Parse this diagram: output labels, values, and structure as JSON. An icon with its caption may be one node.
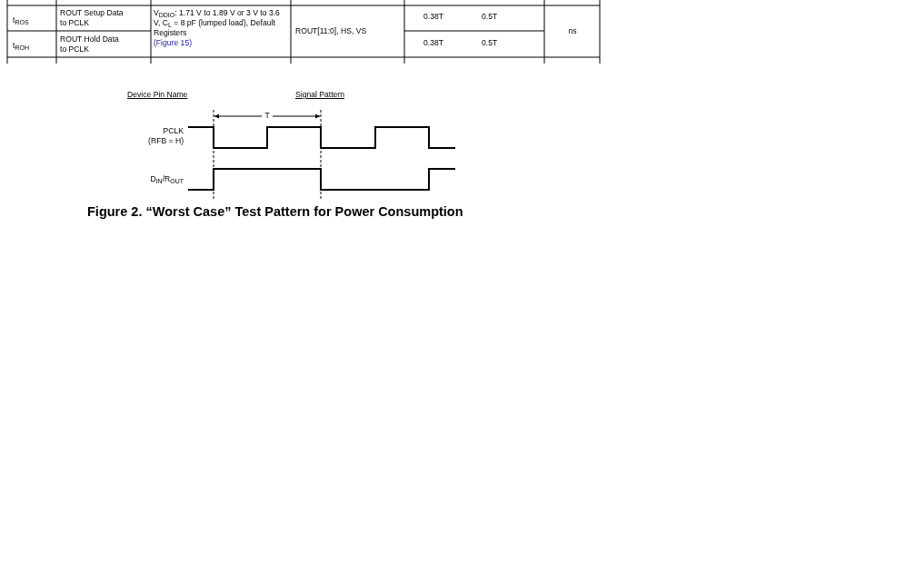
{
  "diagram": {
    "caption": "Figure 2. “Worst Case” Test Pattern for Power Consumption",
    "labels": [
      "t$_{ROS}$",
      "ROUT Setup Data to PCLK",
      "V$_{DDIO}$: 1.71 V to 1.89 V or 3 V to 3.6 V, C$_{L}$ = 8 pF (lumped load), Default Registers",
      "(Figure 15)",
      "ROUT[11:0], HS, VS",
      "0.38T",
      "0.5T",
      "ns",
      "t$_{ROH}$",
      "ROUT Hold Data to PCLK",
      "0.38T",
      "0.5T",
      "Device Pin Name",
      "Signal Pattern",
      "T",
      "PCLK (RFB = H)",
      "D$_{IN}$/R$_{OUT}$"
    ]
  }
}
